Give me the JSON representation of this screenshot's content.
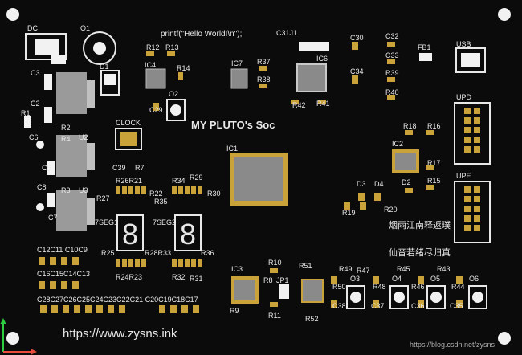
{
  "board": {
    "title": "MY PLUTO's Soc",
    "code": "printf(\"Hello World!\\n\");",
    "url": "https://www.zysns.ink",
    "poem1": "烟雨江南释返璞",
    "poem2": "仙音若绪尽归真",
    "watermark": "https://blog.csdn.net/zysns"
  },
  "labels": {
    "dc": "DC",
    "o1": "O1",
    "d1": "D1",
    "c3": "C3",
    "c2": "C2",
    "r1": "R1",
    "r2": "R2",
    "u2": "U2",
    "c6": "C6",
    "r4": "R4",
    "c5": "C5",
    "c8": "C8",
    "r3": "R3",
    "u3": "U3",
    "c7": "C7",
    "r27": "R27",
    "clock": "CLOCK",
    "c39": "C39",
    "r7": "R7",
    "r12": "R12",
    "r13": "R13",
    "ic4": "IC4",
    "r14": "R14",
    "o2": "O2",
    "c29": "C29",
    "ic7": "IC7",
    "r37": "R37",
    "r38": "R38",
    "c31j1": "C31J1",
    "ic6": "IC6",
    "r42": "R42",
    "r41": "R41",
    "c30": "C30",
    "c34": "C34",
    "c32": "C32",
    "c33": "C33",
    "r39": "R39",
    "r40": "R40",
    "fb1": "FB1",
    "usb": "USB",
    "upd": "UPD",
    "upe": "UPE",
    "r18": "R18",
    "r16": "R16",
    "ic2": "IC2",
    "r17": "R17",
    "d2": "D2",
    "r15": "R15",
    "ic1": "IC1",
    "d3": "D3",
    "d4": "D4",
    "r19": "R19",
    "r20": "R20",
    "r26r21": "R26R21",
    "r34": "R34",
    "r29": "R29",
    "r22": "R22",
    "r35": "R35",
    "r30": "R30",
    "seg1": "7SEG1",
    "seg2": "7SEG2",
    "r25": "R25",
    "r28r33": "R28R33",
    "r36": "R36",
    "r24r23": "R24R23",
    "r32": "R32",
    "r31": "R31",
    "c12row": "C12C11 C10C9",
    "c16row": "C16C15C14C13",
    "crow": "C28C27C26C25C24C23C22C21 C20C19C18C17",
    "ic3": "IC3",
    "r10": "R10",
    "r8": "R8",
    "jp1": "JP1",
    "r9": "R9",
    "r11": "R11",
    "r51": "R51",
    "r52": "R52",
    "r49": "R49",
    "r47": "R47",
    "r45": "R45",
    "r43": "R43",
    "o3": "O3",
    "o4": "O4",
    "o5": "O5",
    "o6": "O6",
    "r50": "R50",
    "r48": "R48",
    "r46": "R46",
    "r44": "R44",
    "c38": "C38",
    "c37": "C37",
    "c36": "C36",
    "c35": "C35"
  },
  "colors": {
    "board": "#0b0b0b",
    "silk": "#e8e8e8",
    "chip": "#8a8a8a",
    "pad": "#c9a23a",
    "mount": "#f2f2f2"
  }
}
